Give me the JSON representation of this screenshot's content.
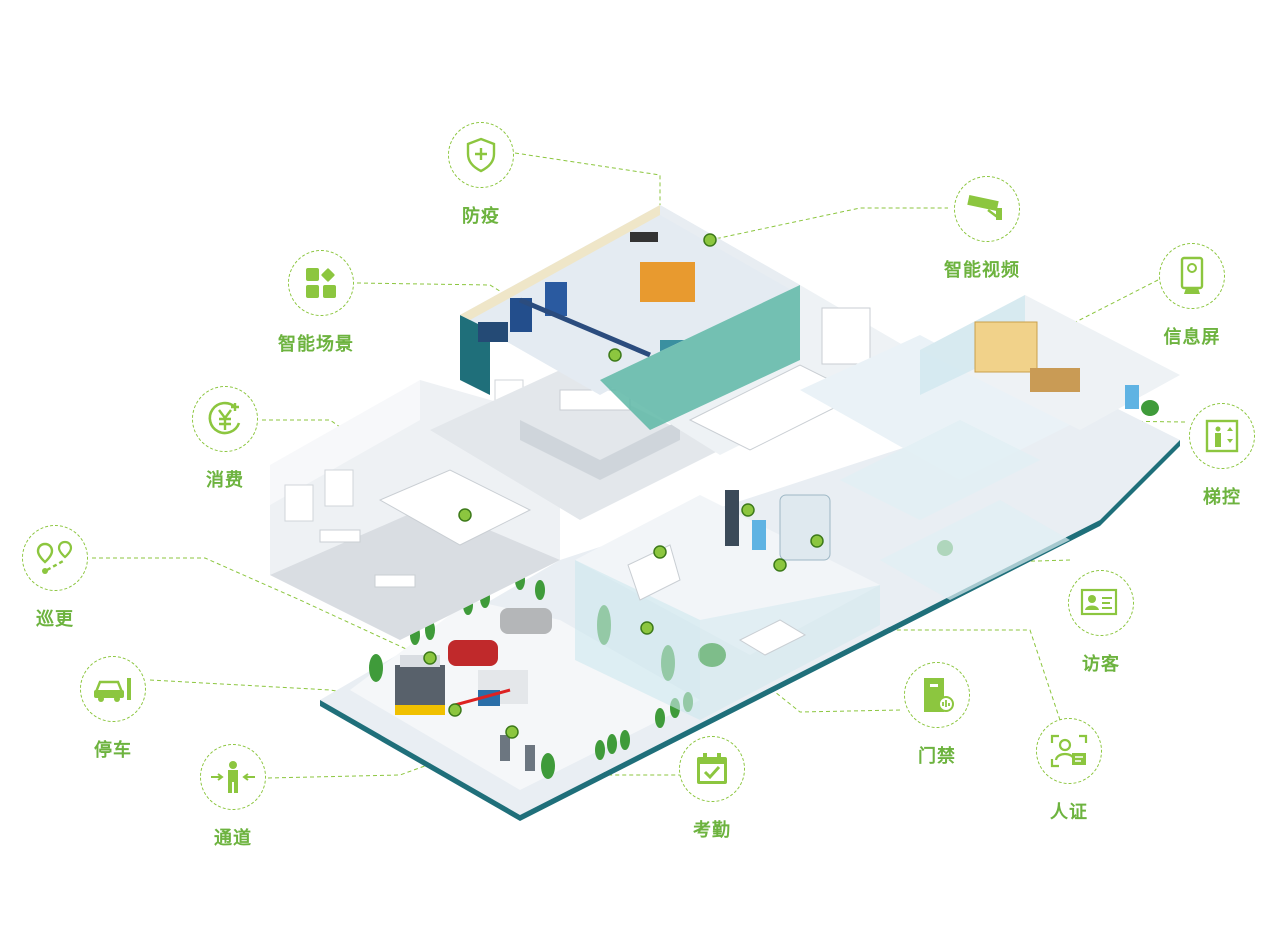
{
  "labels": {
    "fangyi": "防疫",
    "video": "智能视频",
    "scene": "智能场景",
    "infoscreen": "信息屏",
    "consume": "消费",
    "elevator": "梯控",
    "patrol": "巡更",
    "visitor": "访客",
    "parking": "停车",
    "access": "门禁",
    "idverify": "人证",
    "channel": "通道",
    "attendance": "考勤"
  },
  "colors": {
    "accent": "#8cc63f",
    "label": "#6db33f",
    "floor": "#e9eef3",
    "wall": "#f2f4f6",
    "edge": "#1f6f7a"
  }
}
